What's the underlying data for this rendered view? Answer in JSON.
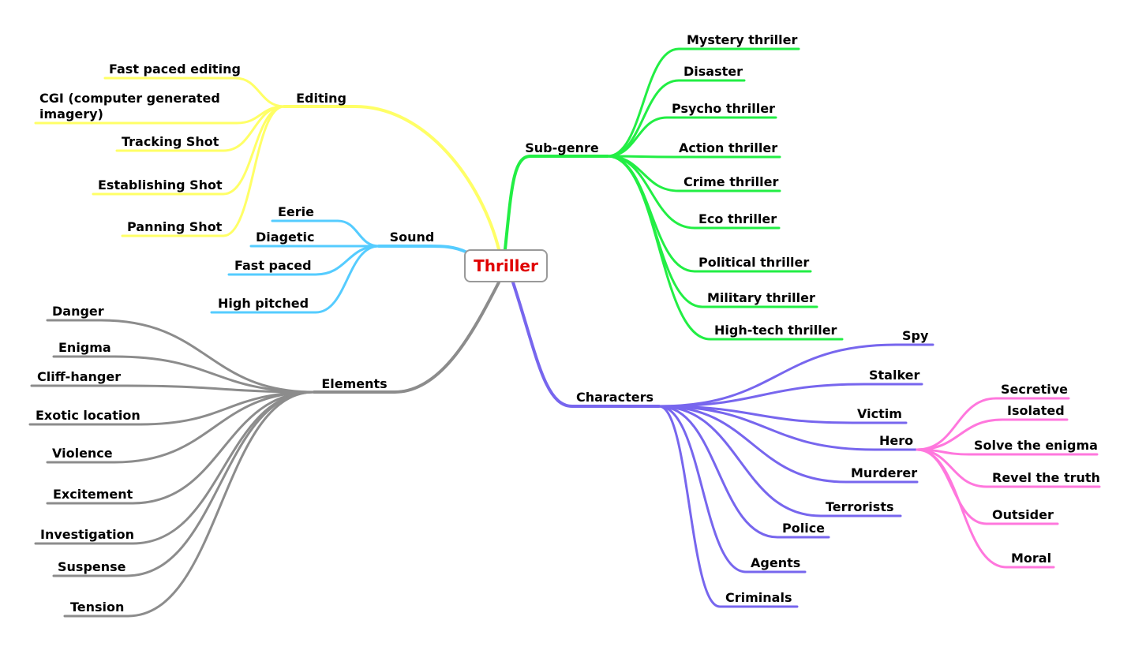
{
  "root": {
    "label": "Thriller"
  },
  "colors": {
    "editing": "#ffff66",
    "sound": "#55ccff",
    "elements": "#8c8c8c",
    "subgenre": "#22ee44",
    "characters": "#7766ee",
    "hero": "#ff77dd",
    "root_text": "#e00000"
  },
  "branches": {
    "editing": {
      "label": "Editing",
      "children": [
        "Fast paced editing",
        "CGI (computer generated imagery)",
        "Tracking Shot",
        "Establishing Shot",
        "Panning Shot"
      ]
    },
    "sound": {
      "label": "Sound",
      "children": [
        "Eerie",
        "Diagetic",
        "Fast paced",
        "High pitched"
      ]
    },
    "elements": {
      "label": "Elements",
      "children": [
        "Danger",
        "Enigma",
        "Cliff-hanger",
        "Exotic location",
        "Violence",
        "Excitement",
        "Investigation",
        "Suspense",
        "Tension"
      ]
    },
    "subgenre": {
      "label": "Sub-genre",
      "children": [
        "Mystery thriller",
        "Disaster",
        "Psycho thriller",
        "Action thriller",
        "Crime thriller",
        "Eco thriller",
        "Political thriller",
        "Military thriller",
        "High-tech thriller"
      ]
    },
    "characters": {
      "label": "Characters",
      "children": [
        "Spy",
        "Stalker",
        "Victim",
        "Hero",
        "Murderer",
        "Terrorists",
        "Police",
        "Agents",
        "Criminals"
      ]
    },
    "hero": {
      "label": "Hero",
      "children": [
        "Secretive",
        "Isolated",
        "Solve the enigma",
        "Revel the truth",
        "Outsider",
        "Moral"
      ]
    }
  }
}
